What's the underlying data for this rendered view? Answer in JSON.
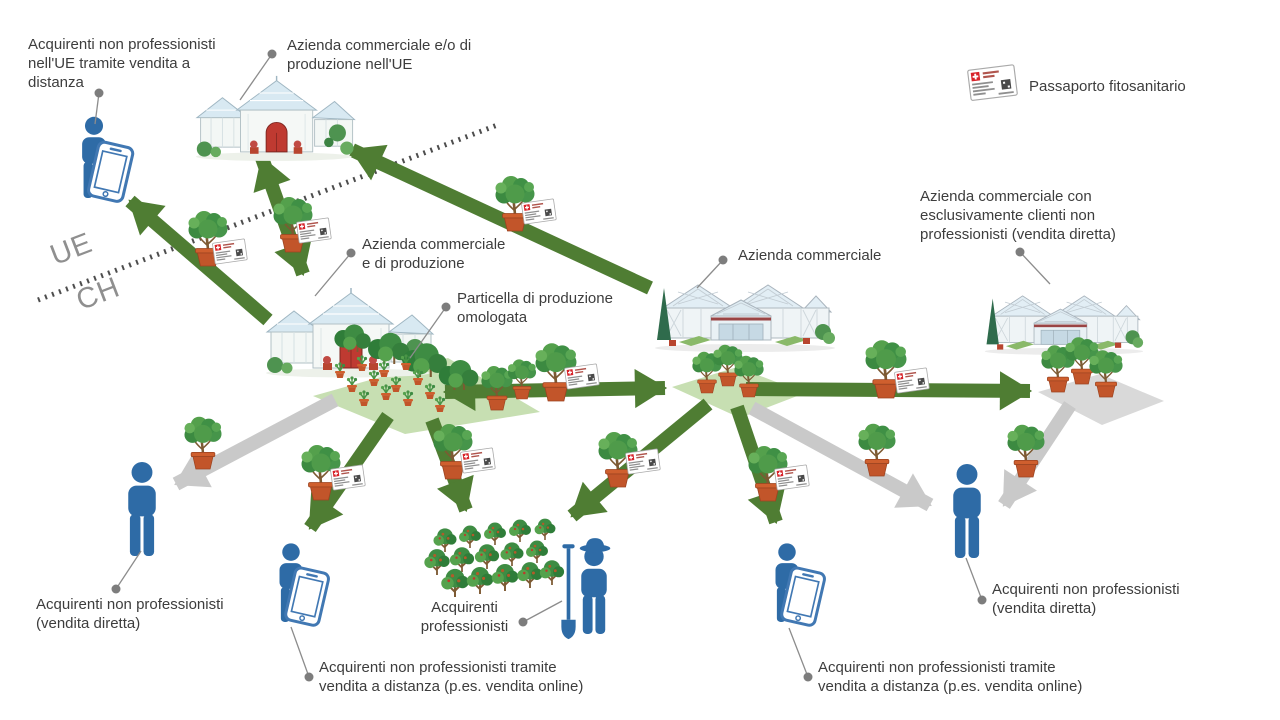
{
  "diagram": {
    "legend": {
      "passport_label": "Passaporto fitosanitario"
    },
    "regions": {
      "eu": "UE",
      "ch": "CH"
    },
    "nodes": {
      "eu_buyer_distance": "Acquirenti non professionisti\nnell'UE tramite vendita a\ndistanza",
      "eu_company": "Azienda commerciale e/o di\nproduzione nell'UE",
      "ch_company_production": "Azienda commerciale\ne di produzione",
      "approved_plot": "Particella di produzione\nomologata",
      "ch_company_commercial": "Azienda commerciale",
      "ch_company_retail": "Azienda commerciale con\nesclusivamente clienti non\nprofessionisti (vendita diretta)",
      "buyer_direct_left": "Acquirenti non professionisti\n(vendita diretta)",
      "buyer_online_left": "Acquirenti non professionisti tramite\nvendita a distanza (p.es. vendita online)",
      "buyer_professional": "Acquirenti\nprofessionisti",
      "buyer_online_right": "Acquirenti non professionisti tramite\nvendita a distanza (p.es. vendita online)",
      "buyer_direct_right": "Acquirenti non professionisti\n(vendita diretta)"
    },
    "colors": {
      "arrow_with_passport_green": "#4f7d33",
      "arrow_without_passport_gray": "#c9c9c9",
      "person_blue": "#2e6ba6",
      "plot_green": "#c7dfb2",
      "plot_gray": "#d9d9d9",
      "passport_red": "#d8232a",
      "label_text": "#3d3d3d",
      "border_dash": "#4d4d4d"
    }
  }
}
